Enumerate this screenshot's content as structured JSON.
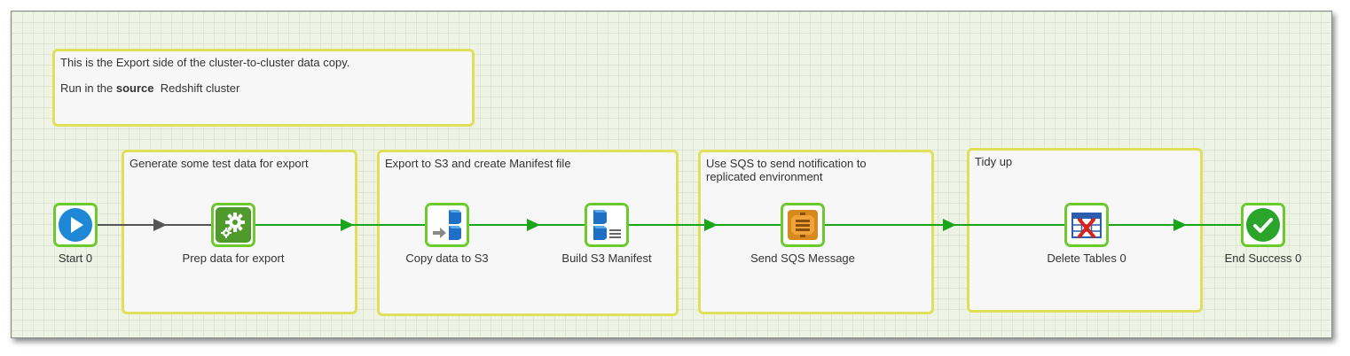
{
  "notes": {
    "header": {
      "line1": "This is the Export side of the cluster-to-cluster data copy.",
      "line2_prefix": "Run in the ",
      "line2_bold": "source",
      "line2_suffix": "  Redshift cluster"
    },
    "generate": "Generate some test data for export",
    "export": "Export to S3 and create Manifest file",
    "sqs": "Use SQS to send notification to replicated environment",
    "tidy": "Tidy up"
  },
  "components": {
    "start": {
      "label": "Start 0",
      "icon": "play-icon"
    },
    "prep": {
      "label": "Prep data for export",
      "icon": "gears-icon"
    },
    "copy": {
      "label": "Copy data to S3",
      "icon": "s3-upload-icon"
    },
    "manifest": {
      "label": "Build S3 Manifest",
      "icon": "s3-manifest-icon"
    },
    "sqs": {
      "label": "Send SQS Message",
      "icon": "sqs-icon"
    },
    "delete": {
      "label": "Delete Tables 0",
      "icon": "delete-table-icon"
    },
    "end": {
      "label": "End Success 0",
      "icon": "check-icon"
    }
  },
  "colors": {
    "success_link": "#1aa51a",
    "unconditional_link": "#555555",
    "note_border": "#dfe05a",
    "component_border": "#6ccb2c"
  }
}
